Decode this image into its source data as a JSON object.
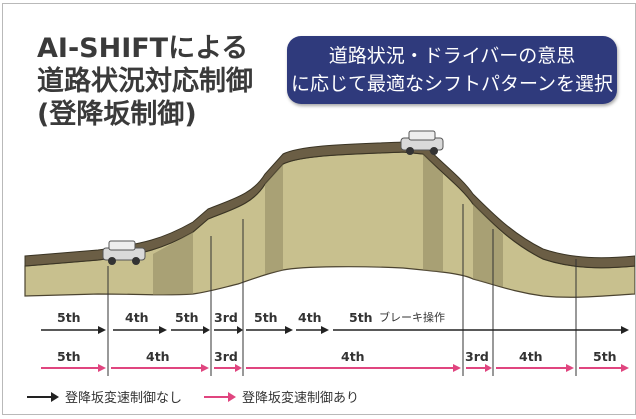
{
  "title": {
    "line1": "AI-SHIFTによる",
    "line2": "道路状況対応制御",
    "line3": "(登降坂制御)"
  },
  "badge": {
    "line1": "道路状況・ドライバーの意思",
    "line2": "に応じて最適なシフトパターンを選択"
  },
  "colors": {
    "badge_bg": "#2f3a7c",
    "road_top": "#6b5e45",
    "road_face": "#c8c08e",
    "pink_arrow": "#e0457f",
    "black_arrow": "#222222"
  },
  "row_without": {
    "segments": [
      "5th",
      "4th",
      "5th",
      "3rd",
      "5th",
      "4th",
      "5th"
    ],
    "note": "ブレーキ操作"
  },
  "row_with": {
    "segments": [
      "5th",
      "4th",
      "3rd",
      "4th",
      "3rd",
      "4th",
      "5th"
    ]
  },
  "legend": {
    "without": "登降坂変速制御なし",
    "with": "登降坂変速制御あり"
  }
}
